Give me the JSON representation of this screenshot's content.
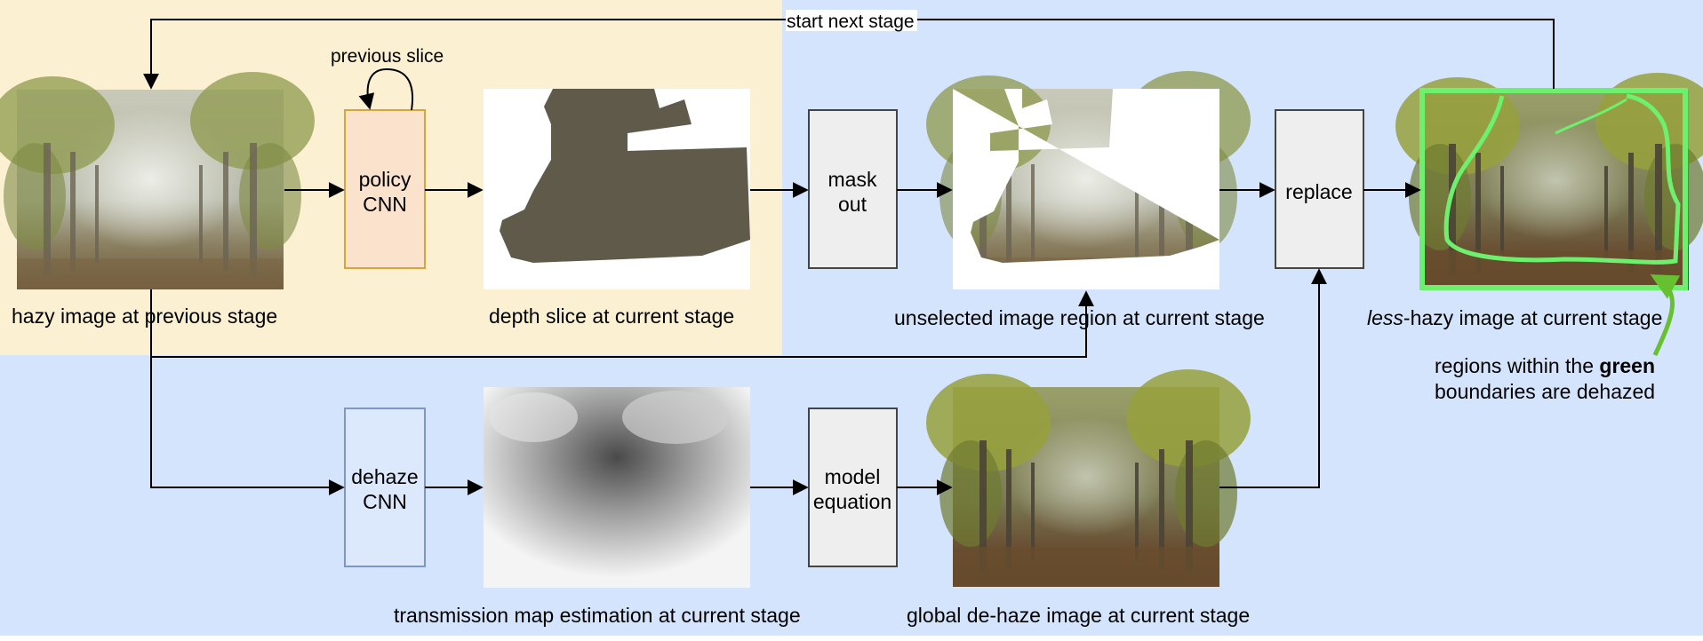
{
  "colors": {
    "background_blue": "#d4e4fc",
    "stage_yellow": "#fbf1d2",
    "policy_fill": "#fbe2cc",
    "policy_stroke": "#d6a63a",
    "dehaze_fill": "#dce8fb",
    "dehaze_stroke": "#7d98c8",
    "op_fill": "#eeeeee",
    "op_stroke": "#444444",
    "green_boundary": "#6df06d",
    "green_arrow": "#66c02f"
  },
  "labels": {
    "start_next_stage": "start next stage",
    "previous_slice": "previous slice",
    "hazy_image": "hazy image at previous stage",
    "depth_slice": "depth slice at current stage",
    "unselected_region": "unselected image region at current stage",
    "less_hazy_italic": "less",
    "less_hazy_rest": "-hazy image at current stage",
    "transmission_map": "transmission map estimation at current stage",
    "global_dehaze": "global de-haze image at current stage",
    "note_line1_prefix": "regions within the ",
    "note_line1_bold": "green",
    "note_line2": "boundaries are dehazed"
  },
  "boxes": {
    "policy_cnn": [
      "policy",
      "CNN"
    ],
    "mask_out": [
      "mask",
      "out"
    ],
    "replace": [
      "replace"
    ],
    "dehaze_cnn": [
      "dehaze",
      "CNN"
    ],
    "model_equation": [
      "model",
      "equation"
    ]
  }
}
